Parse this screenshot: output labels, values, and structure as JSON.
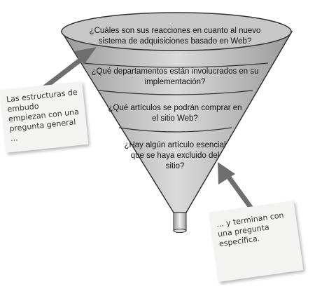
{
  "funnel": {
    "questions": [
      "¿Cuáles son sus reacciones en cuanto al nuevo sistema de adquisiciones basado en Web?",
      "¿Qué departamentos están involucrados en su implementación?",
      "¿Qué artículos se podrán comprar en el sitio Web?",
      "¿Hay algún artículo esencial que se haya excluido del sitio?"
    ]
  },
  "notes": {
    "left": "Las estructuras de embudo empiezan con una pregunta general ...",
    "right": "... y terminan con una pregunta específica."
  },
  "colors": {
    "funnel_fill": "#c9c9c9",
    "funnel_stroke": "#333333",
    "arrow": "#6e6e6e",
    "note_bg": "#f3f3f1"
  }
}
